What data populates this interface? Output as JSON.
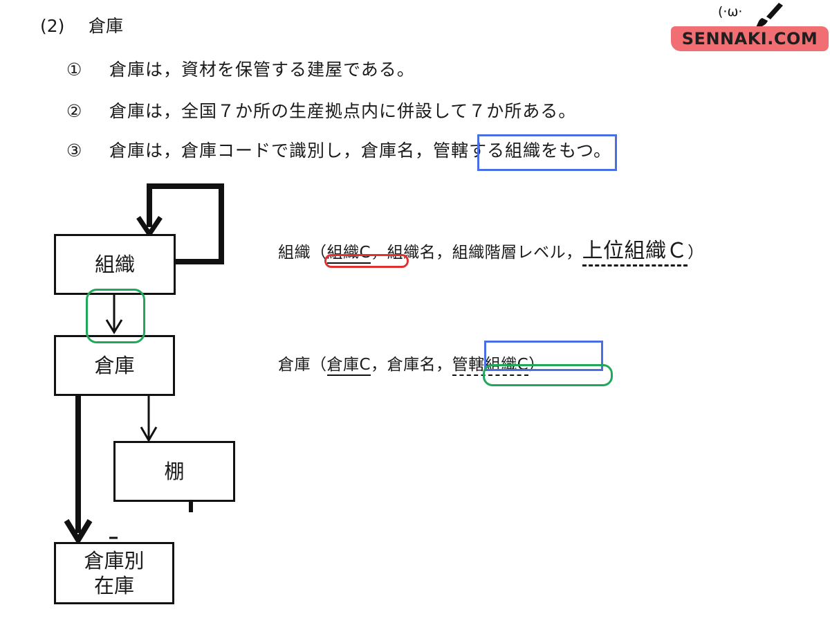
{
  "header": {
    "number": "(2)",
    "title": "倉庫"
  },
  "items": [
    {
      "mark": "①",
      "text": "倉庫は，資材を保管する建屋である。"
    },
    {
      "mark": "②",
      "text": "倉庫は，全国７か所の生産拠点内に併設して７か所ある。"
    },
    {
      "mark": "③",
      "pre": "倉庫は，倉庫コードで識別し，倉庫名，",
      "highlight": "管轄する組織",
      "post": "をもつ。"
    }
  ],
  "entities": {
    "org": "組織",
    "warehouse": "倉庫",
    "shelf": "棚",
    "stock_line1": "倉庫別",
    "stock_line2": "在庫"
  },
  "schemas": {
    "org": {
      "entity": "組織",
      "open": "（",
      "pk": "組織C",
      "sep1": "，",
      "attr1": "組織名",
      "sep2": "，",
      "attr2": "組織階層レベル",
      "sep3": "，",
      "fk": "上位組織Ｃ",
      "close": "）"
    },
    "warehouse": {
      "entity": "倉庫",
      "open": "（",
      "pk": "倉庫C",
      "sep1": "，",
      "attr1": "倉庫名",
      "sep2": "，",
      "fk": "管轄組織C",
      "close": "）"
    }
  },
  "logo": {
    "text": "SENNAKI.COM",
    "face": "(·ω·",
    "icon": "paintbrush-icon"
  },
  "colors": {
    "highlight_blue": "#4a6fe3",
    "oval_green": "#1fa85a",
    "oval_red": "#e03030",
    "logo_red": "#f16f73"
  }
}
